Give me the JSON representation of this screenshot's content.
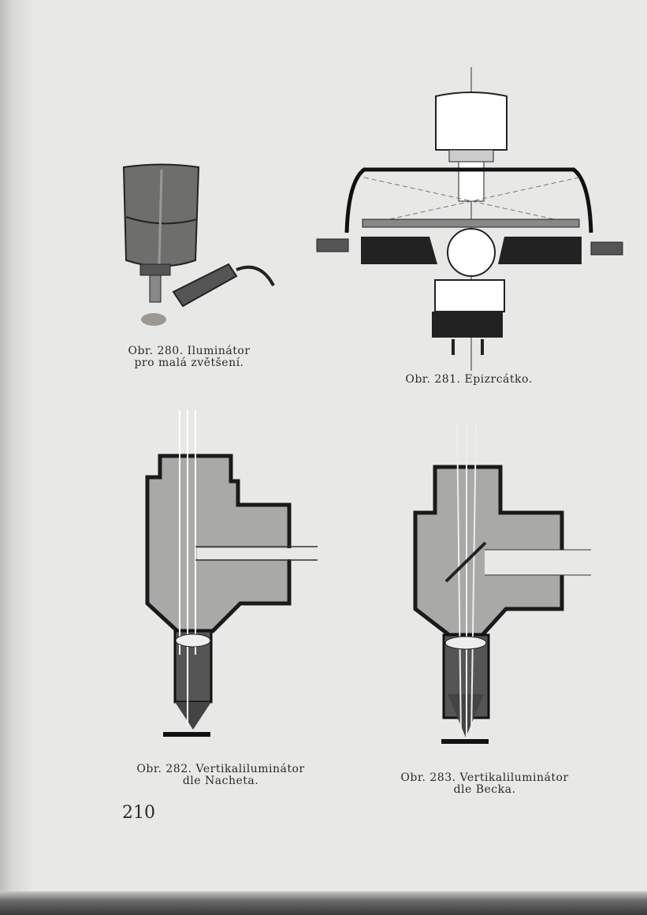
{
  "figures": [
    {
      "caption_line1": "Obr. 280. Iluminátor",
      "caption_line2": "pro malá zvětšení."
    },
    {
      "caption_line1": "Obr. 281. Epizrcátko."
    },
    {
      "caption_line1": "Obr. 282. Vertikaliluminátor",
      "caption_line2": "dle Nacheta."
    },
    {
      "caption_line1": "Obr. 283. Vertikaliluminátor",
      "caption_line2": "dle Becka."
    }
  ],
  "page_number": "210"
}
